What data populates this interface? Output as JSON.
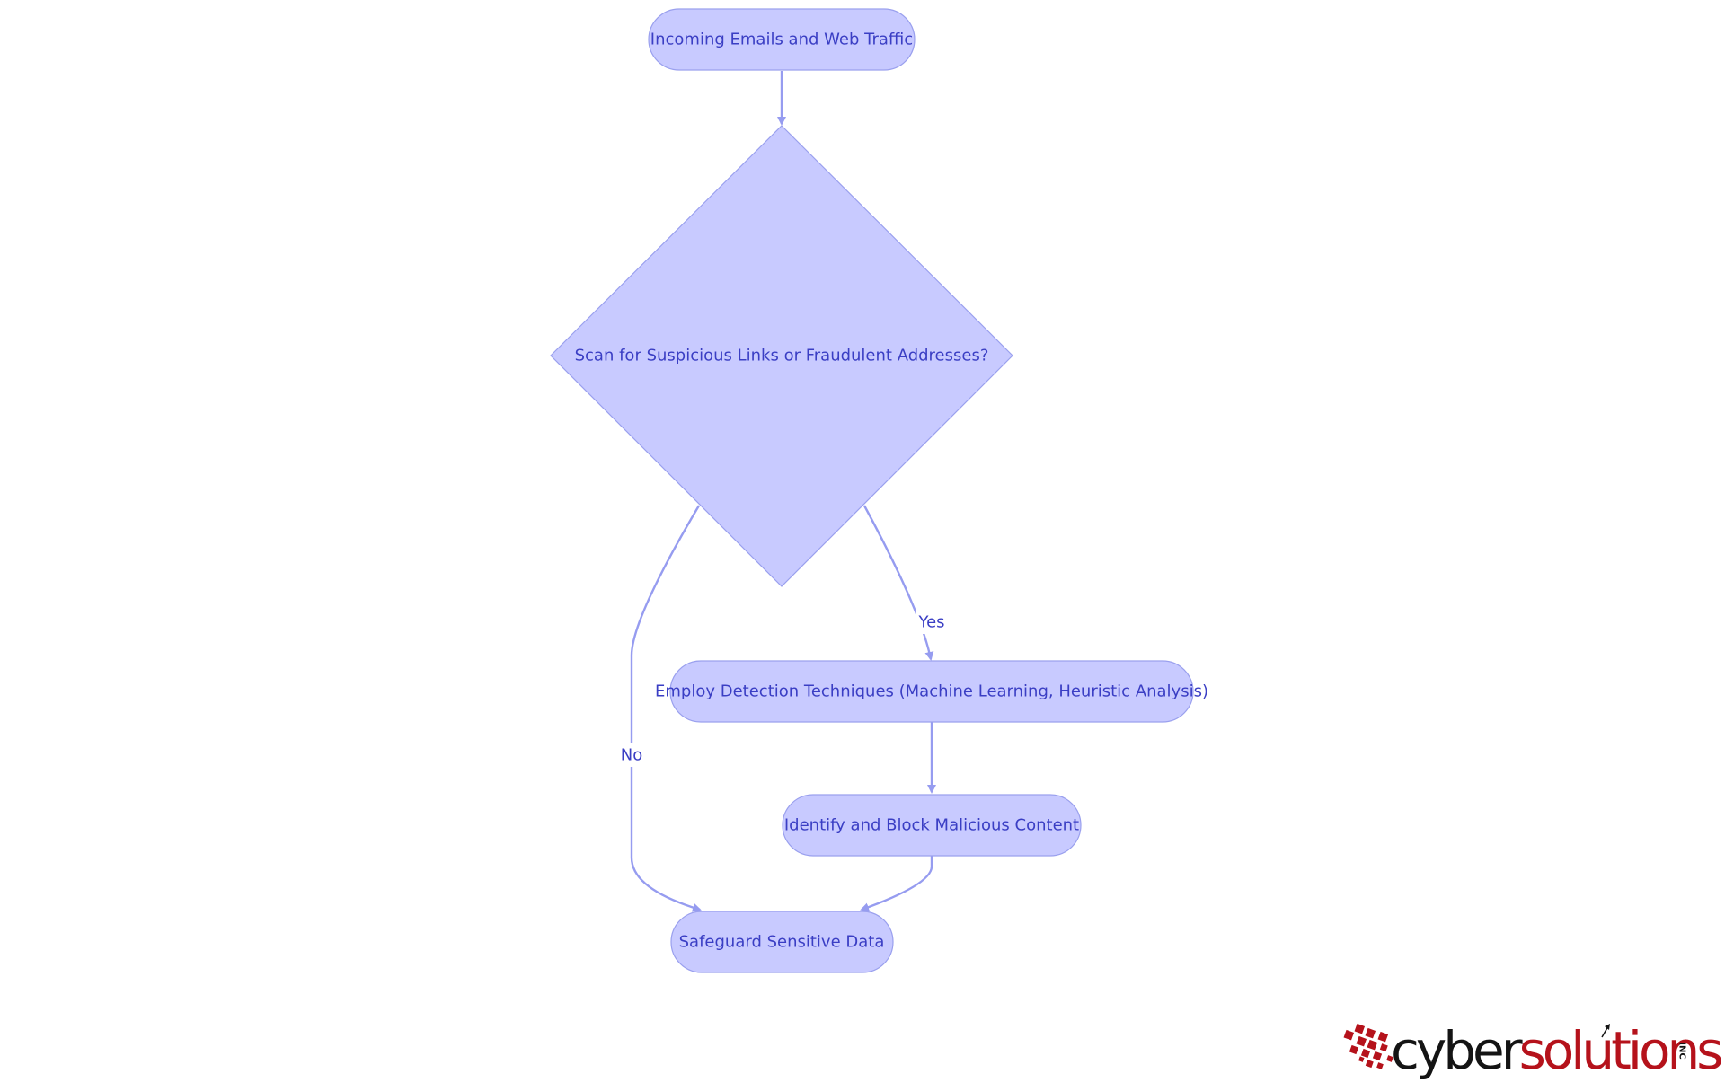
{
  "nodes": {
    "incoming": "Incoming Emails and Web Traffic",
    "scan": "Scan for Suspicious Links or Fraudulent Addresses?",
    "detect": "Employ Detection Techniques (Machine Learning, Heuristic Analysis)",
    "identify": "Identify and Block Malicious Content",
    "safeguard": "Safeguard Sensitive Data"
  },
  "edges": {
    "yes_label": "Yes",
    "no_label": "No"
  },
  "logo": {
    "part1": "cyber",
    "part2": "solutions",
    "suffix": "INC",
    "brand_red": "#b5121b",
    "brand_black": "#141414"
  },
  "colors": {
    "node_fill": "#c8caff",
    "node_stroke": "#9aa0ee",
    "edge": "#969cf0",
    "text": "#3a3ec4"
  }
}
